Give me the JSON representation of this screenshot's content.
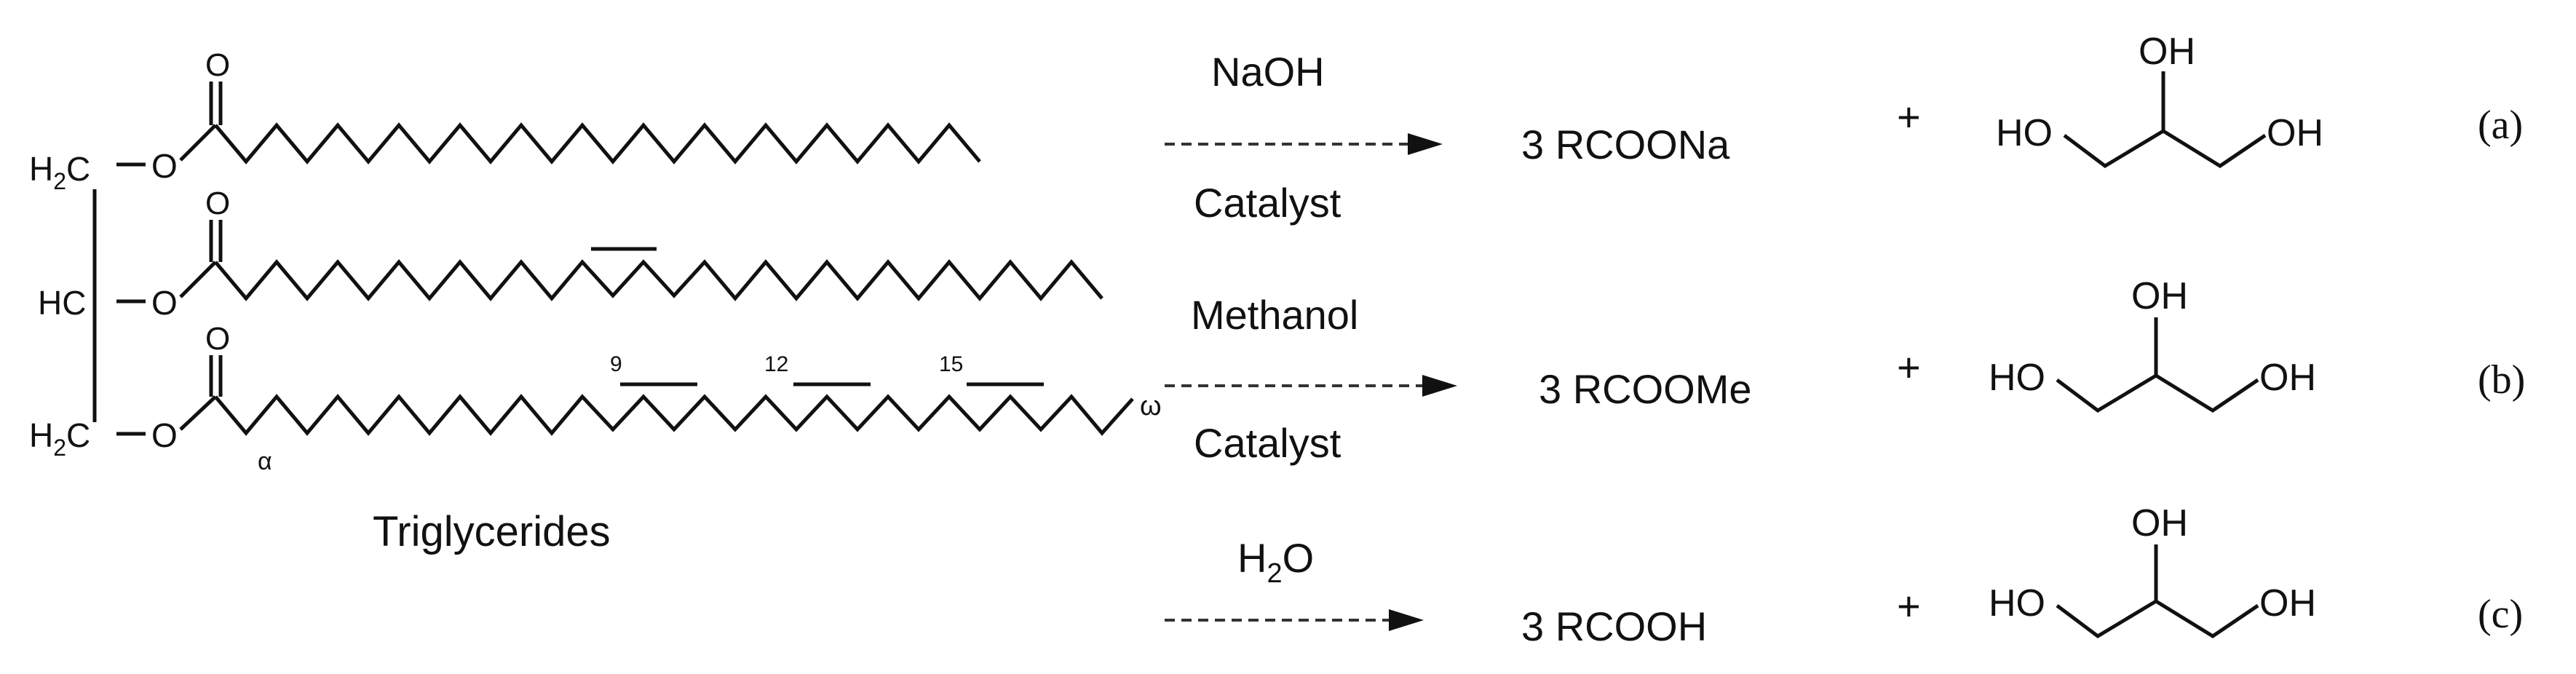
{
  "triglyceride": {
    "ester_o_label": "O",
    "chain_o_label": "O",
    "row1_carbon": "H",
    "row1_sub": "2",
    "row1_c": "C",
    "row2_carbon": "HC",
    "row3_carbon": "H",
    "row3_sub": "2",
    "row3_c": "C",
    "pos_9": "9",
    "pos_12": "12",
    "pos_15": "15",
    "alpha": "α",
    "omega": "ω",
    "caption": "Triglycerides"
  },
  "reactions": [
    {
      "reagent": "NaOH",
      "condition": "Catalyst",
      "product": "3 RCOONa",
      "plus": "+",
      "glycerol": {
        "oh_top": "OH",
        "ho_left": "HO",
        "oh_right": "OH"
      },
      "tag": "(a)"
    },
    {
      "reagent": "Methanol",
      "condition": "Catalyst",
      "product": "3 RCOOMe",
      "plus": "+",
      "glycerol": {
        "oh_top": "OH",
        "ho_left": "HO",
        "oh_right": "OH"
      },
      "tag": "(b)"
    },
    {
      "reagent_main": "H",
      "reagent_sub": "2",
      "reagent_tail": "O",
      "condition": "",
      "product": "3 RCOOH",
      "plus": "+",
      "glycerol": {
        "oh_top": "OH",
        "ho_left": "HO",
        "oh_right": "OH"
      },
      "tag": "(c)"
    }
  ]
}
